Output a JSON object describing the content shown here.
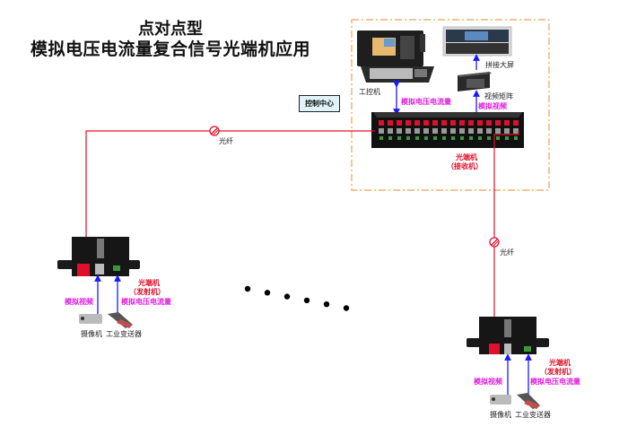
{
  "title": {
    "line1": "点对点型",
    "line2": "模拟电压电流量复合信号光端机应用"
  },
  "control_center": {
    "label": "控制中心",
    "industrial_pc": "工控机",
    "video_wall": "拼接大屏",
    "video_matrix": "视频矩阵",
    "link_pc": "模拟电压电流量",
    "link_matrix": "模拟视频",
    "receiver_line1": "光端机",
    "receiver_line2": "（接收机）",
    "rack_slots": 16
  },
  "fiber": {
    "left_label": "光纤",
    "right_label": "光纤"
  },
  "remote_left": {
    "device_line1": "光端机",
    "device_line2": "（发射机）",
    "video_label": "模拟视频",
    "analog_label": "模拟电压电流量",
    "camera": "摄像机",
    "transmitter": "工业变送器"
  },
  "remote_right": {
    "device_line1": "光端机",
    "device_line2": "（发射机）",
    "video_label": "模拟视频",
    "analog_label": "模拟电压电流量",
    "camera": "摄像机",
    "transmitter": "工业变送器"
  },
  "ellipsis_dots": 6,
  "colors": {
    "fiber": "#e0102a",
    "signal": "#1a1aff",
    "frame": "#f0a050",
    "label_magenta": "#e020e0"
  }
}
